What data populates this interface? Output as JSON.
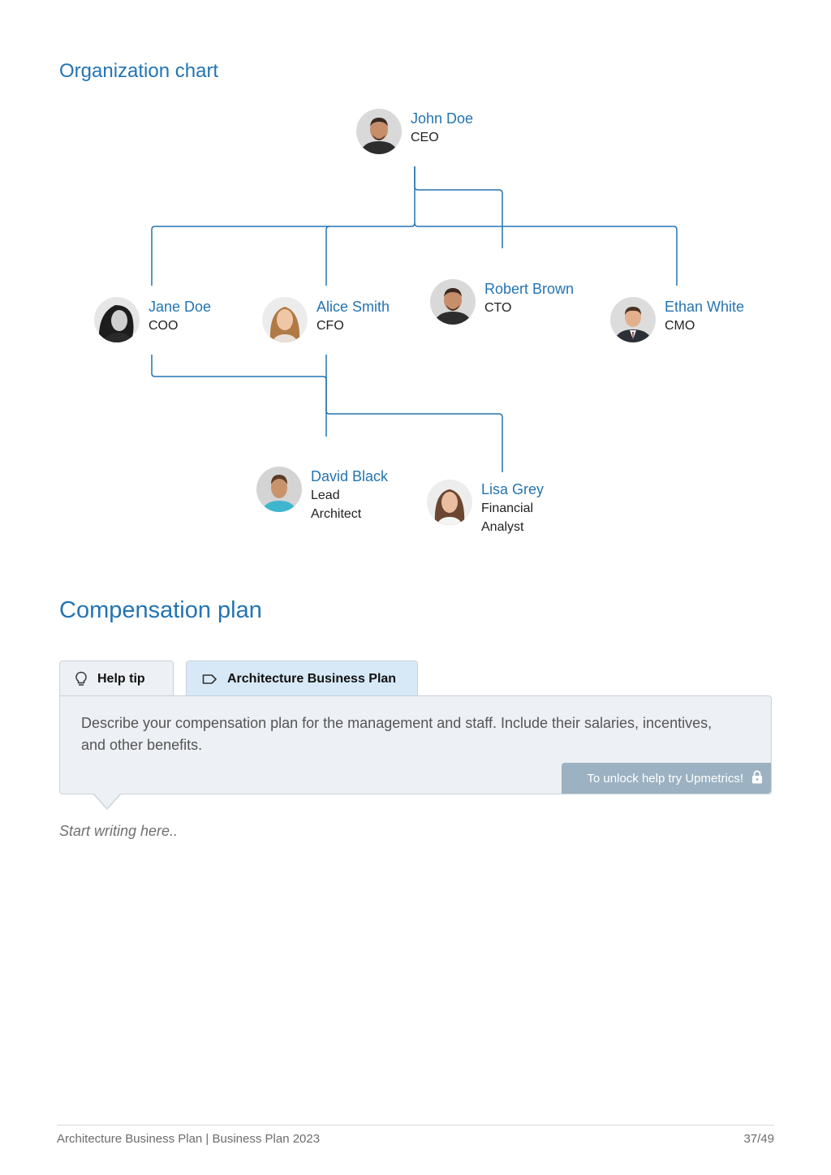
{
  "org_section": {
    "title": "Organization chart",
    "people": [
      {
        "id": "john-doe",
        "name": "John Doe",
        "role": "CEO"
      },
      {
        "id": "jane-doe",
        "name": "Jane Doe",
        "role": "COO"
      },
      {
        "id": "alice-smith",
        "name": "Alice Smith",
        "role": "CFO"
      },
      {
        "id": "robert-brown",
        "name": "Robert Brown",
        "role": "CTO"
      },
      {
        "id": "ethan-white",
        "name": "Ethan White",
        "role": "CMO"
      },
      {
        "id": "david-black",
        "name": "David Black",
        "role": "Lead Architect"
      },
      {
        "id": "lisa-grey",
        "name": "Lisa Grey",
        "role": "Financial Analyst"
      }
    ],
    "line_color": "#2474b3"
  },
  "comp_section": {
    "title": "Compensation plan",
    "tabs": [
      {
        "label": "Help tip",
        "icon": "lightbulb-icon"
      },
      {
        "label": "Architecture Business Plan",
        "icon": "tag-icon"
      }
    ],
    "tip_text": "Describe your compensation plan for the management and staff. Include their salaries, incentives, and other benefits.",
    "unlock_label": "To unlock help try Upmetrics!",
    "unlock_icon": "lock-icon",
    "placeholder": "Start writing here.."
  },
  "footer": {
    "doc_title": "Architecture Business Plan | Business Plan 2023",
    "page": "37/49"
  }
}
